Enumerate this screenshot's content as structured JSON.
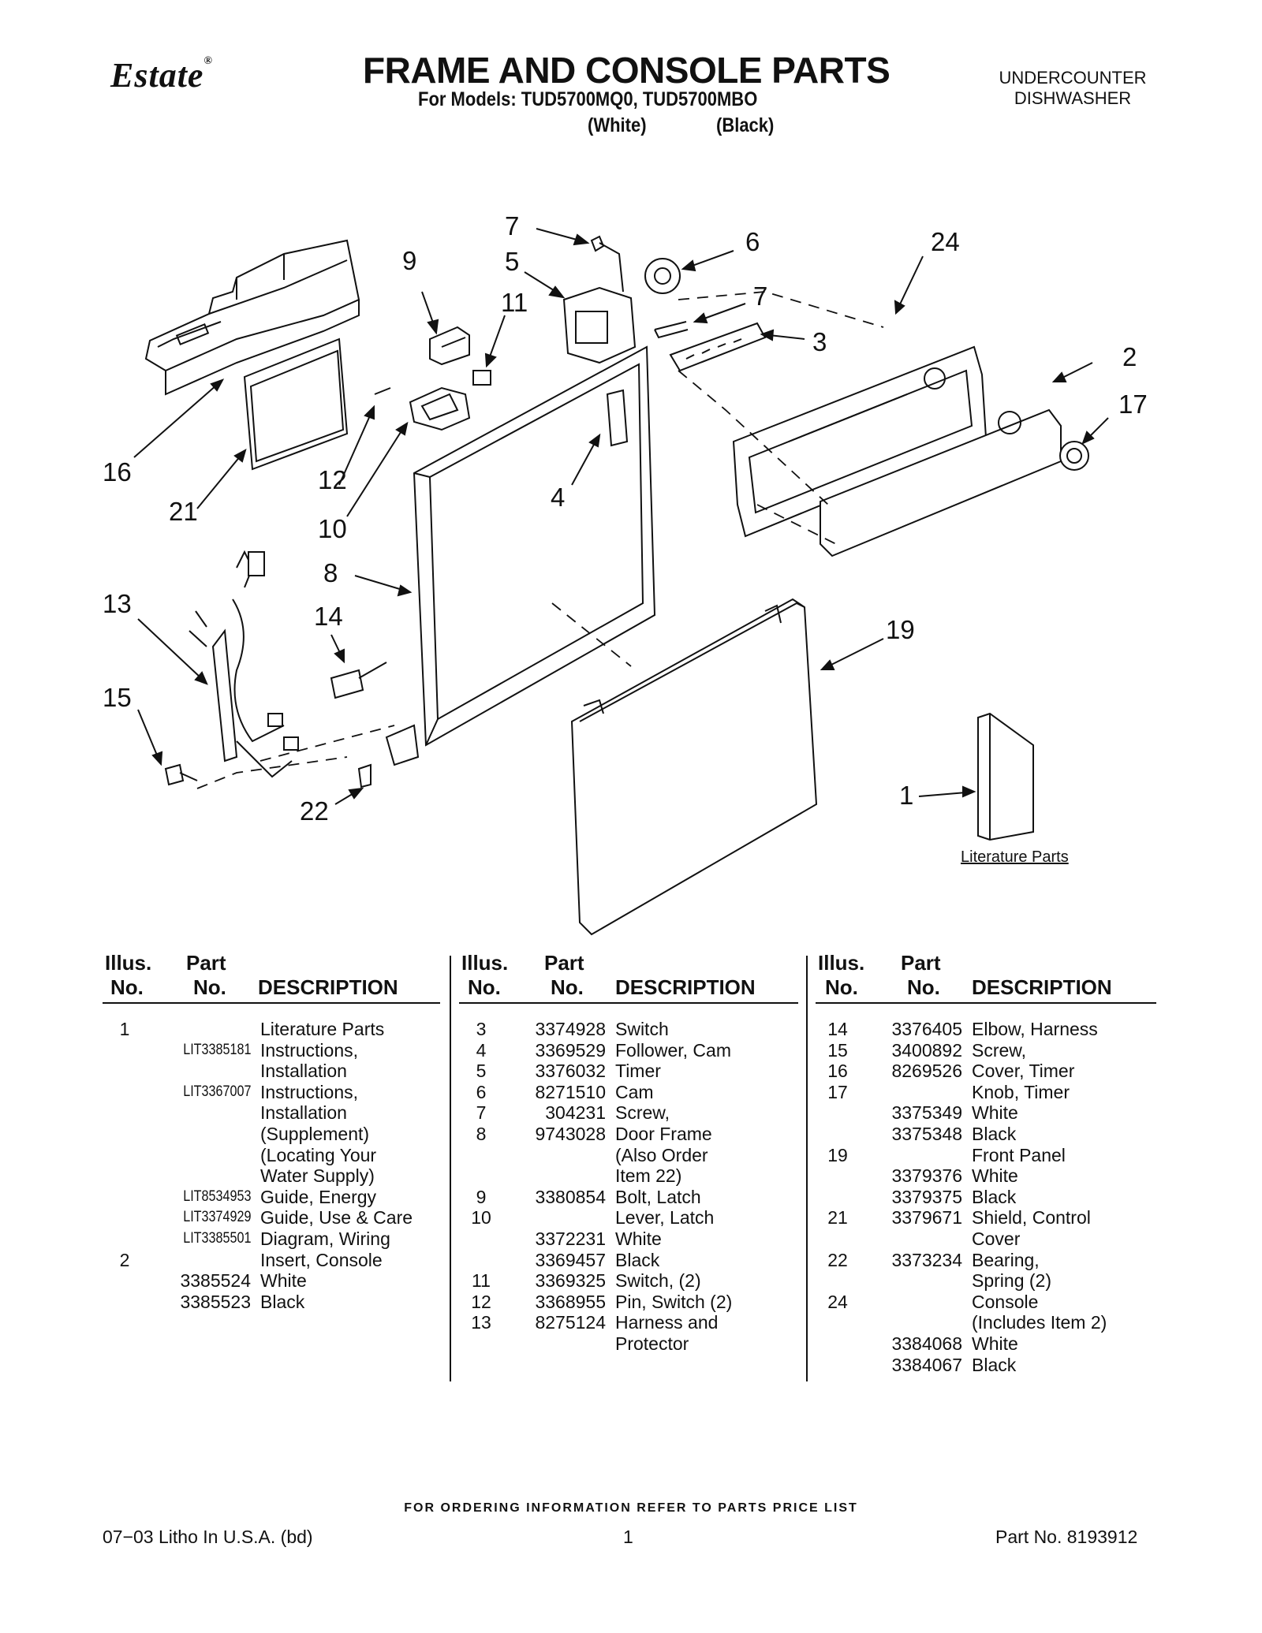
{
  "header": {
    "brand": "Estate",
    "brand_mark": "®",
    "title": "FRAME AND CONSOLE PARTS",
    "models_line": "For Models: TUD5700MQ0, TUD5700MBO",
    "variant_white": "(White)",
    "variant_black": "(Black)",
    "product_type_line1": "UNDERCOUNTER",
    "product_type_line2": "DISHWASHER"
  },
  "diagram": {
    "callouts": [
      "7",
      "5",
      "9",
      "6",
      "24",
      "11",
      "7",
      "3",
      "2",
      "17",
      "16",
      "12",
      "10",
      "21",
      "4",
      "8",
      "13",
      "14",
      "19",
      "15",
      "22",
      "1"
    ],
    "literature_label": "Literature Parts"
  },
  "table_headers": {
    "illus": "Illus.",
    "no": "No.",
    "part": "Part",
    "description": "DESCRIPTION"
  },
  "columns": [
    [
      {
        "illus": "1",
        "part": "",
        "desc": "Literature Parts"
      },
      {
        "illus": "",
        "part": "LIT3385181",
        "desc": "Instructions,",
        "lit": true
      },
      {
        "illus": "",
        "part": "",
        "desc": "Installation"
      },
      {
        "illus": "",
        "part": "LIT3367007",
        "desc": "Instructions,",
        "lit": true
      },
      {
        "illus": "",
        "part": "",
        "desc": "Installation"
      },
      {
        "illus": "",
        "part": "",
        "desc": "(Supplement)"
      },
      {
        "illus": "",
        "part": "",
        "desc": "(Locating Your"
      },
      {
        "illus": "",
        "part": "",
        "desc": "Water Supply)"
      },
      {
        "illus": "",
        "part": "LIT8534953",
        "desc": "Guide, Energy",
        "lit": true
      },
      {
        "illus": "",
        "part": "LIT3374929",
        "desc": "Guide, Use & Care",
        "lit": true
      },
      {
        "illus": "",
        "part": "LIT3385501",
        "desc": "Diagram, Wiring",
        "lit": true
      },
      {
        "illus": "2",
        "part": "",
        "desc": "Insert, Console"
      },
      {
        "illus": "",
        "part": "3385524",
        "desc": "White"
      },
      {
        "illus": "",
        "part": "3385523",
        "desc": "Black"
      }
    ],
    [
      {
        "illus": "3",
        "part": "3374928",
        "desc": "Switch"
      },
      {
        "illus": "4",
        "part": "3369529",
        "desc": "Follower, Cam"
      },
      {
        "illus": "5",
        "part": "3376032",
        "desc": "Timer"
      },
      {
        "illus": "6",
        "part": "8271510",
        "desc": "Cam"
      },
      {
        "illus": "7",
        "part": "304231",
        "desc": "Screw,"
      },
      {
        "illus": "8",
        "part": "9743028",
        "desc": "Door Frame"
      },
      {
        "illus": "",
        "part": "",
        "desc": "(Also Order"
      },
      {
        "illus": "",
        "part": "",
        "desc": "Item 22)"
      },
      {
        "illus": "9",
        "part": "3380854",
        "desc": "Bolt, Latch"
      },
      {
        "illus": "10",
        "part": "",
        "desc": "Lever, Latch"
      },
      {
        "illus": "",
        "part": "3372231",
        "desc": "White"
      },
      {
        "illus": "",
        "part": "3369457",
        "desc": "Black"
      },
      {
        "illus": "11",
        "part": "3369325",
        "desc": "Switch, (2)"
      },
      {
        "illus": "12",
        "part": "3368955",
        "desc": "Pin, Switch (2)"
      },
      {
        "illus": "13",
        "part": "8275124",
        "desc": "Harness and"
      },
      {
        "illus": "",
        "part": "",
        "desc": "Protector"
      }
    ],
    [
      {
        "illus": "14",
        "part": "3376405",
        "desc": "Elbow, Harness"
      },
      {
        "illus": "15",
        "part": "3400892",
        "desc": "Screw,"
      },
      {
        "illus": "16",
        "part": "8269526",
        "desc": "Cover, Timer"
      },
      {
        "illus": "17",
        "part": "",
        "desc": "Knob, Timer"
      },
      {
        "illus": "",
        "part": "3375349",
        "desc": "White"
      },
      {
        "illus": "",
        "part": "3375348",
        "desc": "Black"
      },
      {
        "illus": "19",
        "part": "",
        "desc": "Front Panel"
      },
      {
        "illus": "",
        "part": "3379376",
        "desc": "White"
      },
      {
        "illus": "",
        "part": "3379375",
        "desc": "Black"
      },
      {
        "illus": "21",
        "part": "3379671",
        "desc": "Shield, Control"
      },
      {
        "illus": "",
        "part": "",
        "desc": "Cover"
      },
      {
        "illus": "22",
        "part": "3373234",
        "desc": "Bearing,"
      },
      {
        "illus": "",
        "part": "",
        "desc": "Spring (2)"
      },
      {
        "illus": "24",
        "part": "",
        "desc": "Console"
      },
      {
        "illus": "",
        "part": "",
        "desc": "(Includes Item 2)"
      },
      {
        "illus": "",
        "part": "3384068",
        "desc": "White"
      },
      {
        "illus": "",
        "part": "3384067",
        "desc": "Black"
      }
    ]
  ],
  "footer": {
    "ordering_note": "FOR ORDERING INFORMATION REFER TO PARTS PRICE LIST",
    "litho": "07−03 Litho In U.S.A. (bd)",
    "page_number": "1",
    "part_number": "Part No. 8193912"
  }
}
